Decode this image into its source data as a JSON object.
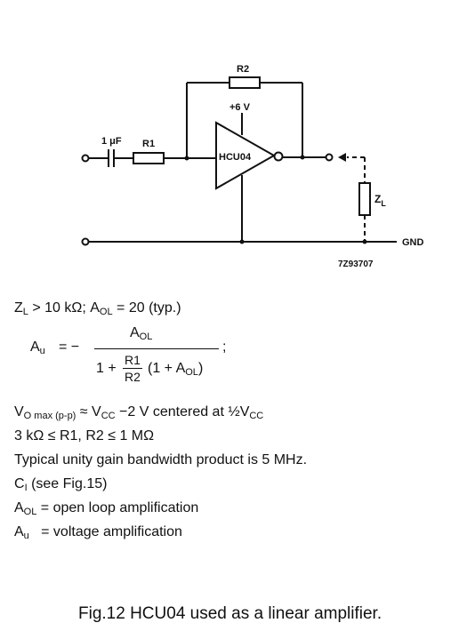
{
  "schematic": {
    "label_r2": "R2",
    "label_vcc": "+6 V",
    "label_cap": "1 μF",
    "label_r1": "R1",
    "label_ic": "HCU04",
    "label_zl": "Z",
    "label_zl_sub": "L",
    "label_gnd": "GND",
    "label_code": "7Z93707"
  },
  "conditions": {
    "zl_sym": "Z",
    "zl_sub": "L",
    "zl_rest": " > 10 kΩ; A",
    "aol_sub": "OL",
    "aol_rest": " = 20 (typ.)"
  },
  "formula": {
    "lhs": "A",
    "lhs_sub": "u",
    "eq": "= −",
    "num": "A",
    "num_sub": "OL",
    "den_a": "1 +",
    "den_r1": "R1",
    "den_r2": "R2",
    "den_b": "(1 + A",
    "den_b_sub": "OL",
    "den_c": ")",
    "end": ";"
  },
  "notes": {
    "vo_sym": "V",
    "vo_sub": "O max (p-p)",
    "vo_mid": " ≈ V",
    "vo_cc_sub": "CC",
    "vo_rest": " −2 V centered at ½V",
    "vo_cc2_sub": "CC",
    "range": "3 kΩ ≤ R1, R2 ≤ 1 MΩ",
    "gbw": "Typical unity gain bandwidth product is 5 MHz.",
    "ci_sym": "C",
    "ci_sub": "I",
    "ci_rest": " (see Fig.15)",
    "aol_def_sym": "A",
    "aol_def_sub": "OL",
    "aol_def_rest": " = open loop amplification",
    "au_def_sym": "A",
    "au_def_sub": "u",
    "au_def_rest": "   = voltage amplification"
  },
  "caption": "Fig.12  HCU04 used as a linear amplifier."
}
